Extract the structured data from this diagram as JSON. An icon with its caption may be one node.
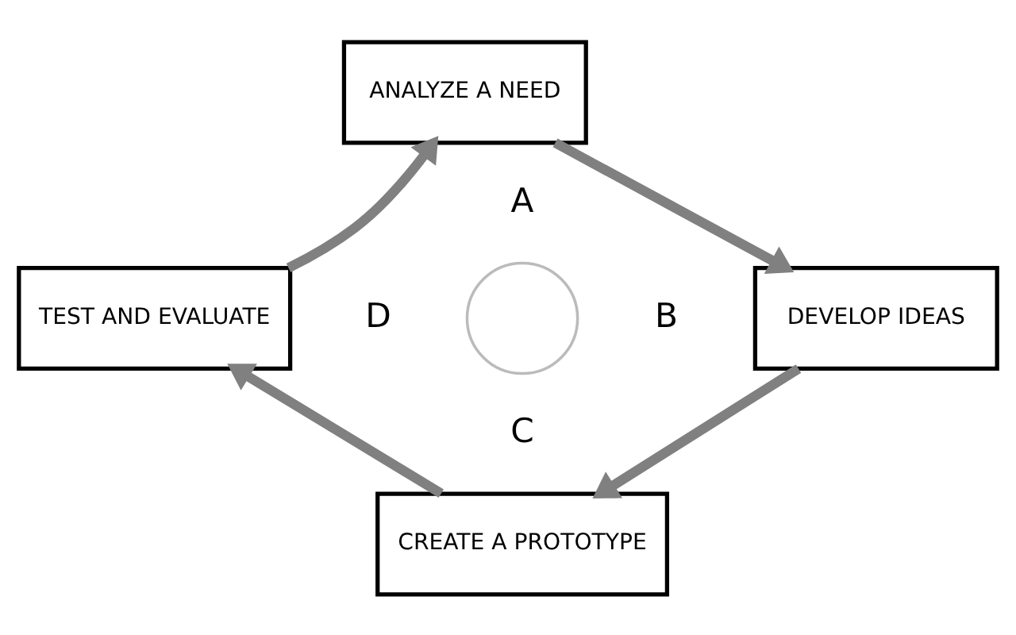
{
  "diagram": {
    "nodes": [
      {
        "text": [
          "ANALYZE A NEED"
        ]
      },
      {
        "text": [
          "DEVELOP IDEAS"
        ]
      },
      {
        "text": [
          "CREATE A PROTOTYPE"
        ]
      },
      {
        "text": [
          "TEST AND EVALUATE"
        ]
      },
      {
        "text": [],
        "shape": "circle"
      }
    ],
    "edges": [
      {
        "from": 3,
        "to": 0,
        "arrow": "to"
      },
      {
        "from": 0,
        "to": 1,
        "arrow": "to"
      },
      {
        "from": 1,
        "to": 2,
        "arrow": "to"
      },
      {
        "from": 2,
        "to": 3,
        "arrow": "to"
      }
    ],
    "labels": [
      "A",
      "D",
      "B",
      "C"
    ]
  }
}
